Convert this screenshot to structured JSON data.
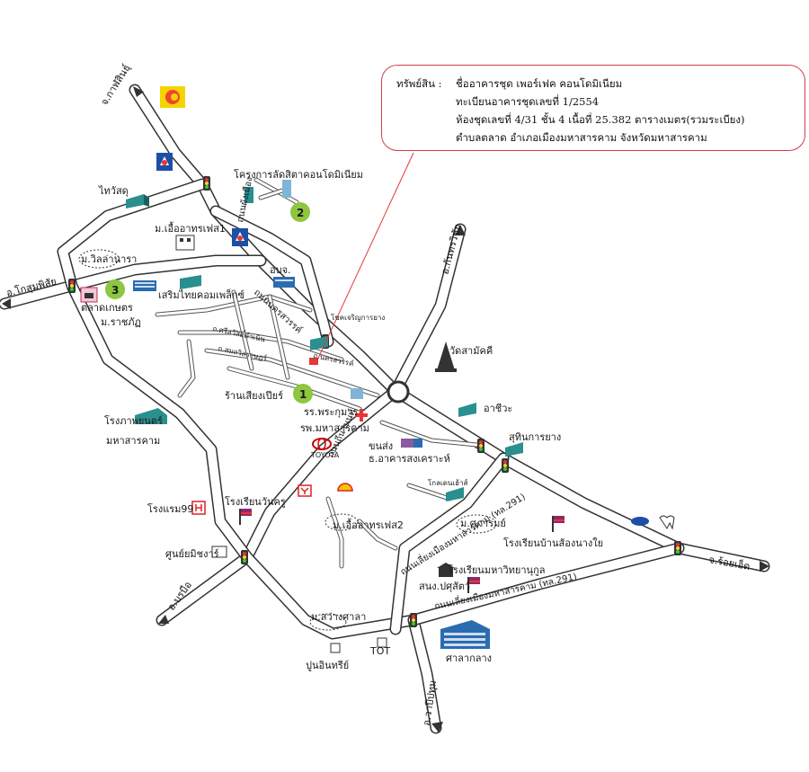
{
  "info": {
    "label": "ทรัพย์สิน :",
    "lines": [
      "ชื่ออาคารชุด เพอร์เฟค คอนโดมิเนียม",
      "ทะเบียนอาคารชุดเลขที่ 1/2554",
      "ห้องชุดเลขที่ 4/31 ชั้น 4  เนื้อที่ 25.382 ตารางเมตร(รวมระเบียง)",
      "ตำบลตลาด  อำเภอเมืองมหาสารคาม จังหวัดมหาสารคาม"
    ]
  },
  "destinations": {
    "kalasin": "จ.กาฬสินธุ์",
    "khosum": "อ.โกสุมพิสัย",
    "kantharawichai": "อ.กันทรวิชัย",
    "roiet": "จ.ร้อยเอ็ด",
    "borabue": "อ.บรบือ",
    "wapi": "อ.วาปีปทุม"
  },
  "roads": {
    "nakhonsawan": "ถนนนครสวรรค์",
    "naklang": "ถนนผังเมือง",
    "chaiwa": "ถนนถีนานนท์",
    "city_north": "ถนนเลี่ยงเมืองมหาสารคาม (ทล.291)",
    "city_bypass": "ถนนเลี่ยงเมืองมหาสารคาม (ทล.291)",
    "sisawat": "ถ.ศรีสวัสดิ์ดำเนิน",
    "somthawin": "ถ.สมถวิลราษฎร์",
    "nakhonsawan_road": "ถ.นครสวรรค์"
  },
  "places": {
    "project": "โครงการลัดสิตาคอนโดมิเนียม",
    "thaiwasadu": "ไทวัสดุ",
    "euaarthon1": "ม.เอื้ออาทรเฟส1",
    "villa": "ม.วิลล่านารา",
    "aorbor": "อบจ.",
    "soemthai": "เสริมไทยคอมเพล็กซ์",
    "market": "ตลาดเกษตร",
    "rajabhat": "ม.ราชภัฏ",
    "chokcharoen": "โชคเจริญการยาง",
    "wat": "วัดสามัคคี",
    "siam": "ร้านเสียงเปียร์",
    "school_phramaha": "รร.พระกุมาร",
    "hospital": "รพ.มหาสารคาม",
    "achiwa": "อาชีวะ",
    "suthin": "สุทินการยาง",
    "cinema": "โรงภาพยนตร์",
    "cinema2": "มหาสารคาม",
    "toyota": "TOYOTA",
    "khonsong": "ขนส่ง",
    "songkhro": "ธ.อาคารสงเคราะห์",
    "hotel99": "โรงแรม99",
    "school_wanru": "โรงเรียนวันครู",
    "college": "ศูนย์ยมิชงาร์",
    "kholsen": "โกลเดนเฮ้าส์",
    "euaarthon2": "ม.เอื้ออาทรเฟส2",
    "sirirom": "ม.ศุภารมย์",
    "school_sonnongyai": "โรงเรียนบ้านส้องนางใย",
    "school_mahawit": "โรงเรียนมหาวิทยานุกูล",
    "sorsor": "สนง.ปศุสัตว์",
    "sawangsala": "ม.สว่างศาลา",
    "tot": "TOT",
    "cement": "ปูนอินทรีย์",
    "court": "ศาลากลาง",
    "marker1": "1",
    "marker2": "2",
    "marker3": "3"
  },
  "colors": {
    "info_border": "#d43c4a",
    "marker_green": "#8dc63f",
    "pointer_line": "#e23a3a"
  }
}
